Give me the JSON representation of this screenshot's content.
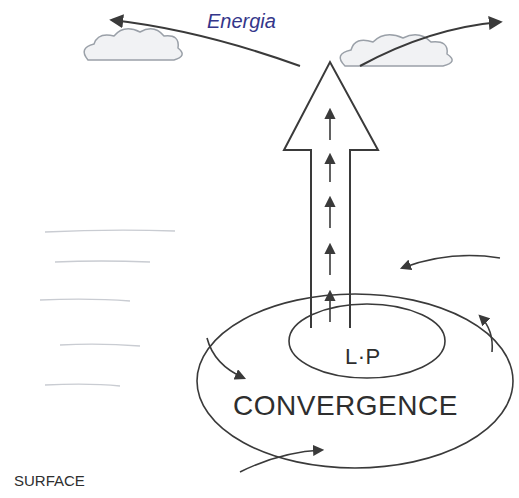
{
  "diagram": {
    "nodes": [
      {
        "text": [
          "CONVERGENCE"
        ]
      },
      {
        "text": [
          "L·P"
        ],
        "in": 0
      }
    ],
    "labels": [
      "Energia",
      "SURFACE"
    ]
  }
}
